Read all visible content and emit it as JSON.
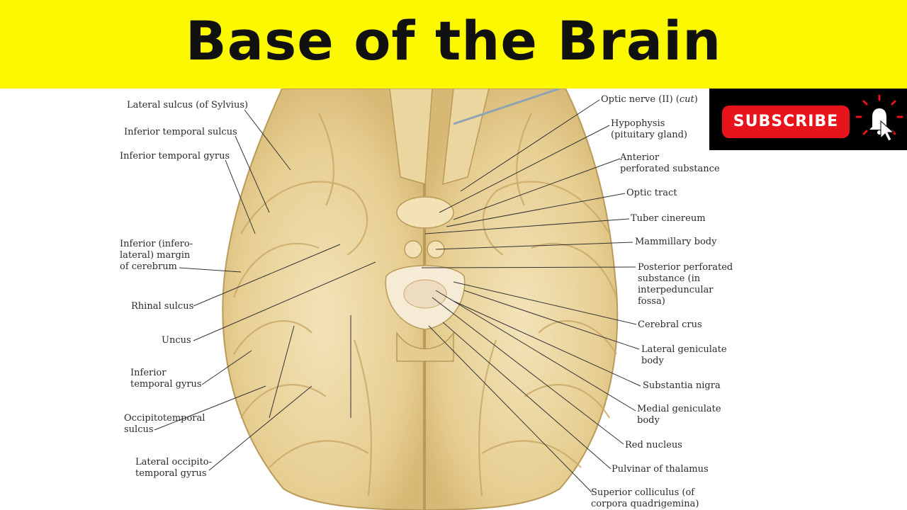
{
  "banner": {
    "title": "Base of the Brain",
    "background": "#fcf800"
  },
  "subscribe": {
    "label": "SUBSCRIBE",
    "color": "#e8141c"
  },
  "left_labels": {
    "lateral_sulcus": "Lateral sulcus (of Sylvius)",
    "inferior_temporal_sulcus": "Inferior temporal sulcus",
    "inferior_temporal_gyrus_top": "Inferior temporal gyrus",
    "inferior_margin_1": "Inferior (infero-",
    "inferior_margin_2": "lateral) margin",
    "inferior_margin_3": "of cerebrum",
    "rhinal_sulcus": "Rhinal sulcus",
    "uncus": "Uncus",
    "inferior_temporal_gyrus_1": "Inferior",
    "inferior_temporal_gyrus_2": "temporal gyrus",
    "occipitotemporal_1": "Occipitotemporal",
    "occipitotemporal_2": "sulcus",
    "lateral_occipito_1": "Lateral occipito-",
    "lateral_occipito_2": "temporal gyrus"
  },
  "right_labels": {
    "optic_nerve": "Optic nerve (II) (",
    "optic_nerve_cut": "cut",
    "optic_nerve_end": ")",
    "hypophysis_1": "Hypophysis",
    "hypophysis_2": "(pituitary gland)",
    "anterior_perf_1": "Anterior",
    "anterior_perf_2": "perforated substance",
    "optic_tract": "Optic tract",
    "tuber_cinereum": "Tuber cinereum",
    "mammillary_body": "Mammillary body",
    "posterior_perf_1": "Posterior perforated",
    "posterior_perf_2": "substance (in",
    "posterior_perf_3": "interpeduncular",
    "posterior_perf_4": "fossa)",
    "cerebral_crus": "Cerebral crus",
    "lateral_geniculate_1": "Lateral geniculate",
    "lateral_geniculate_2": "body",
    "substantia_nigra": "Substantia nigra",
    "medial_geniculate_1": "Medial geniculate",
    "medial_geniculate_2": "body",
    "red_nucleus": "Red nucleus",
    "pulvinar": "Pulvinar of thalamus",
    "superior_colliculus_1": "Superior colliculus (of",
    "superior_colliculus_2": "corpora quadrigemina)"
  }
}
